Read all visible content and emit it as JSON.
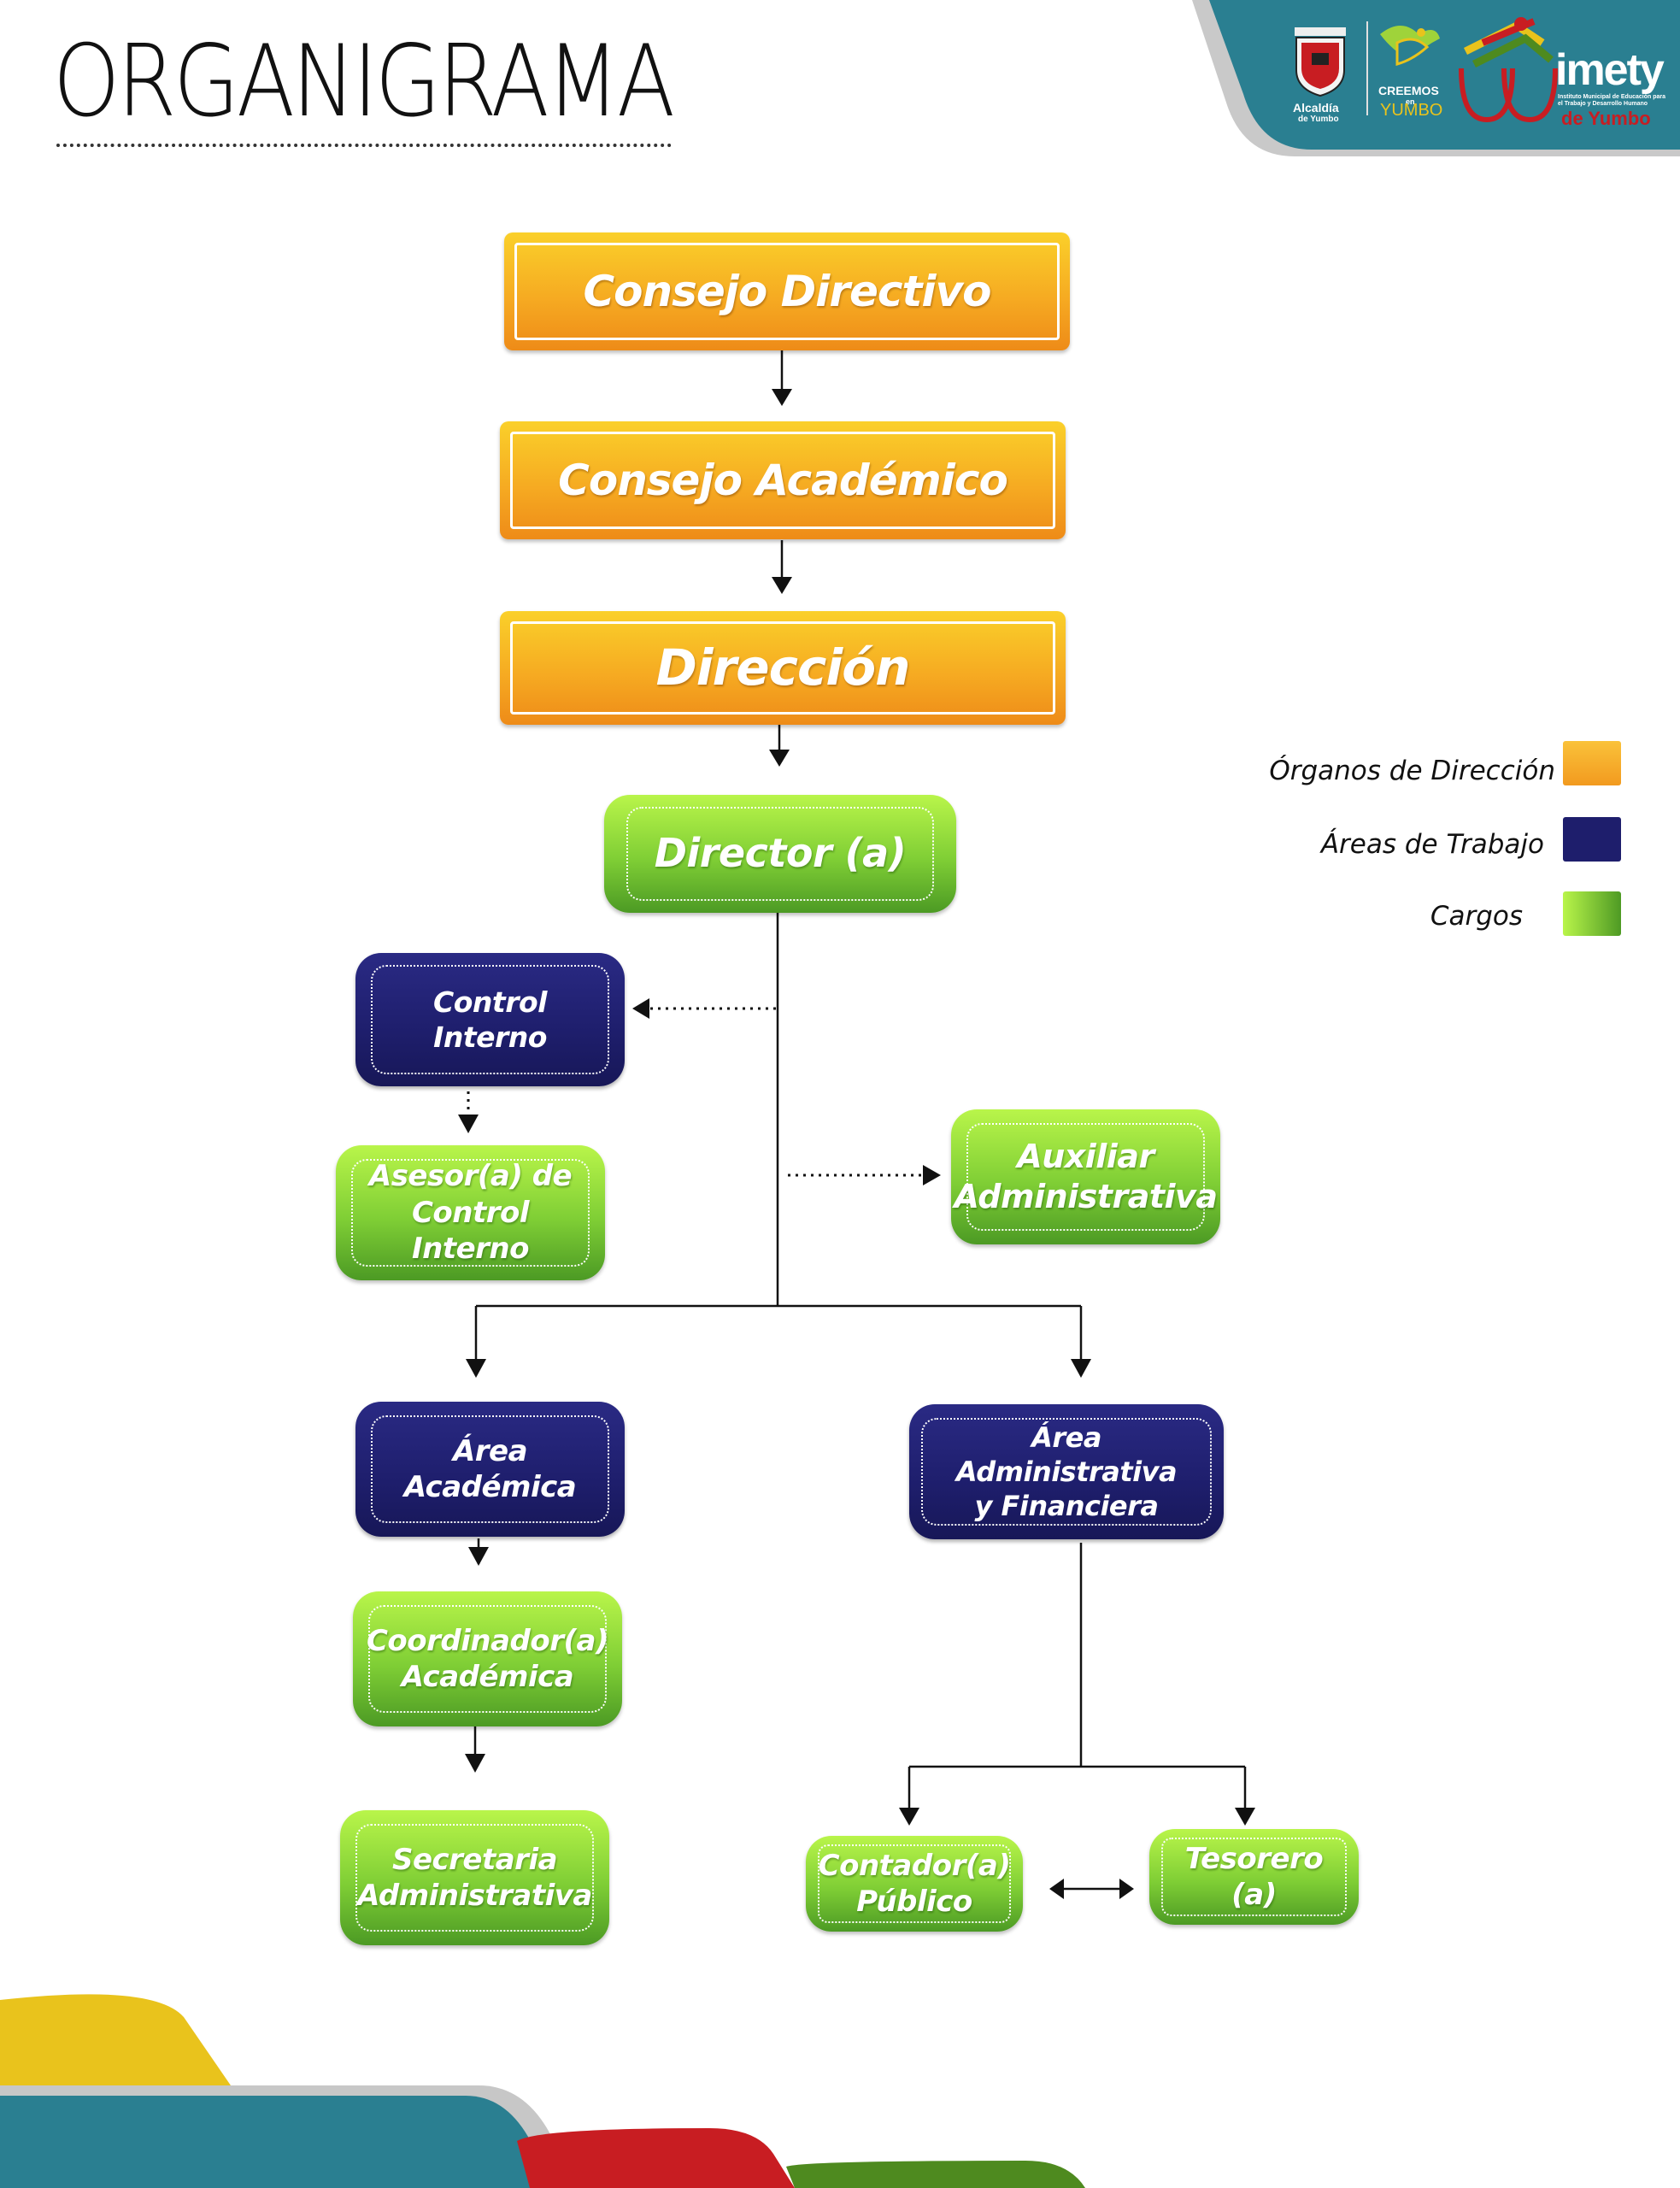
{
  "header": {
    "title": "ORGANIGRAMA"
  },
  "logos": {
    "alcaldia": {
      "line1": "Alcaldía",
      "line2": "de Yumbo"
    },
    "creemos": {
      "line1": "CREEMOS",
      "line2": "en",
      "line3": "YUMBO"
    },
    "imety": {
      "name": "imety",
      "subtitle_1": "Instituto Municipal de Educación para",
      "subtitle_2": "el Trabajo y Desarrollo Humano",
      "city": "de Yumbo"
    }
  },
  "nodes": {
    "consejo_directivo": "Consejo Directivo",
    "consejo_academico": "Consejo Académico",
    "direccion": "Dirección",
    "director": "Director (a)",
    "control_interno": "Control Interno",
    "asesor_line1": "Asesor(a) de",
    "asesor_line2": "Control Interno",
    "auxiliar_line1": "Auxiliar",
    "auxiliar_line2": "Administrativa",
    "area_academica_line1": "Área",
    "area_academica_line2": "Académica",
    "area_admin_line1": "Área Administrativa",
    "area_admin_line2": "y Financiera",
    "coordinador_line1": "Coordinador(a)",
    "coordinador_line2": "Académica",
    "secretaria_line1": "Secretaria",
    "secretaria_line2": "Administrativa",
    "contador_line1": "Contador(a)",
    "contador_line2": "Público",
    "tesorero": "Tesorero (a)"
  },
  "legend": [
    {
      "label": "Órganos de Dirección",
      "color": "#f6a623"
    },
    {
      "label": "Áreas de Trabajo",
      "color": "#1e1e6c"
    },
    {
      "label": "Cargos",
      "color": "#7fce35"
    }
  ],
  "colors": {
    "orange": "#f6ab22",
    "navy": "#1e1e6c",
    "green": "#7fce35",
    "teal": "#2a7f91",
    "yellow": "#e9c31c",
    "red": "#c81d22",
    "olive": "#4e8a1f"
  }
}
